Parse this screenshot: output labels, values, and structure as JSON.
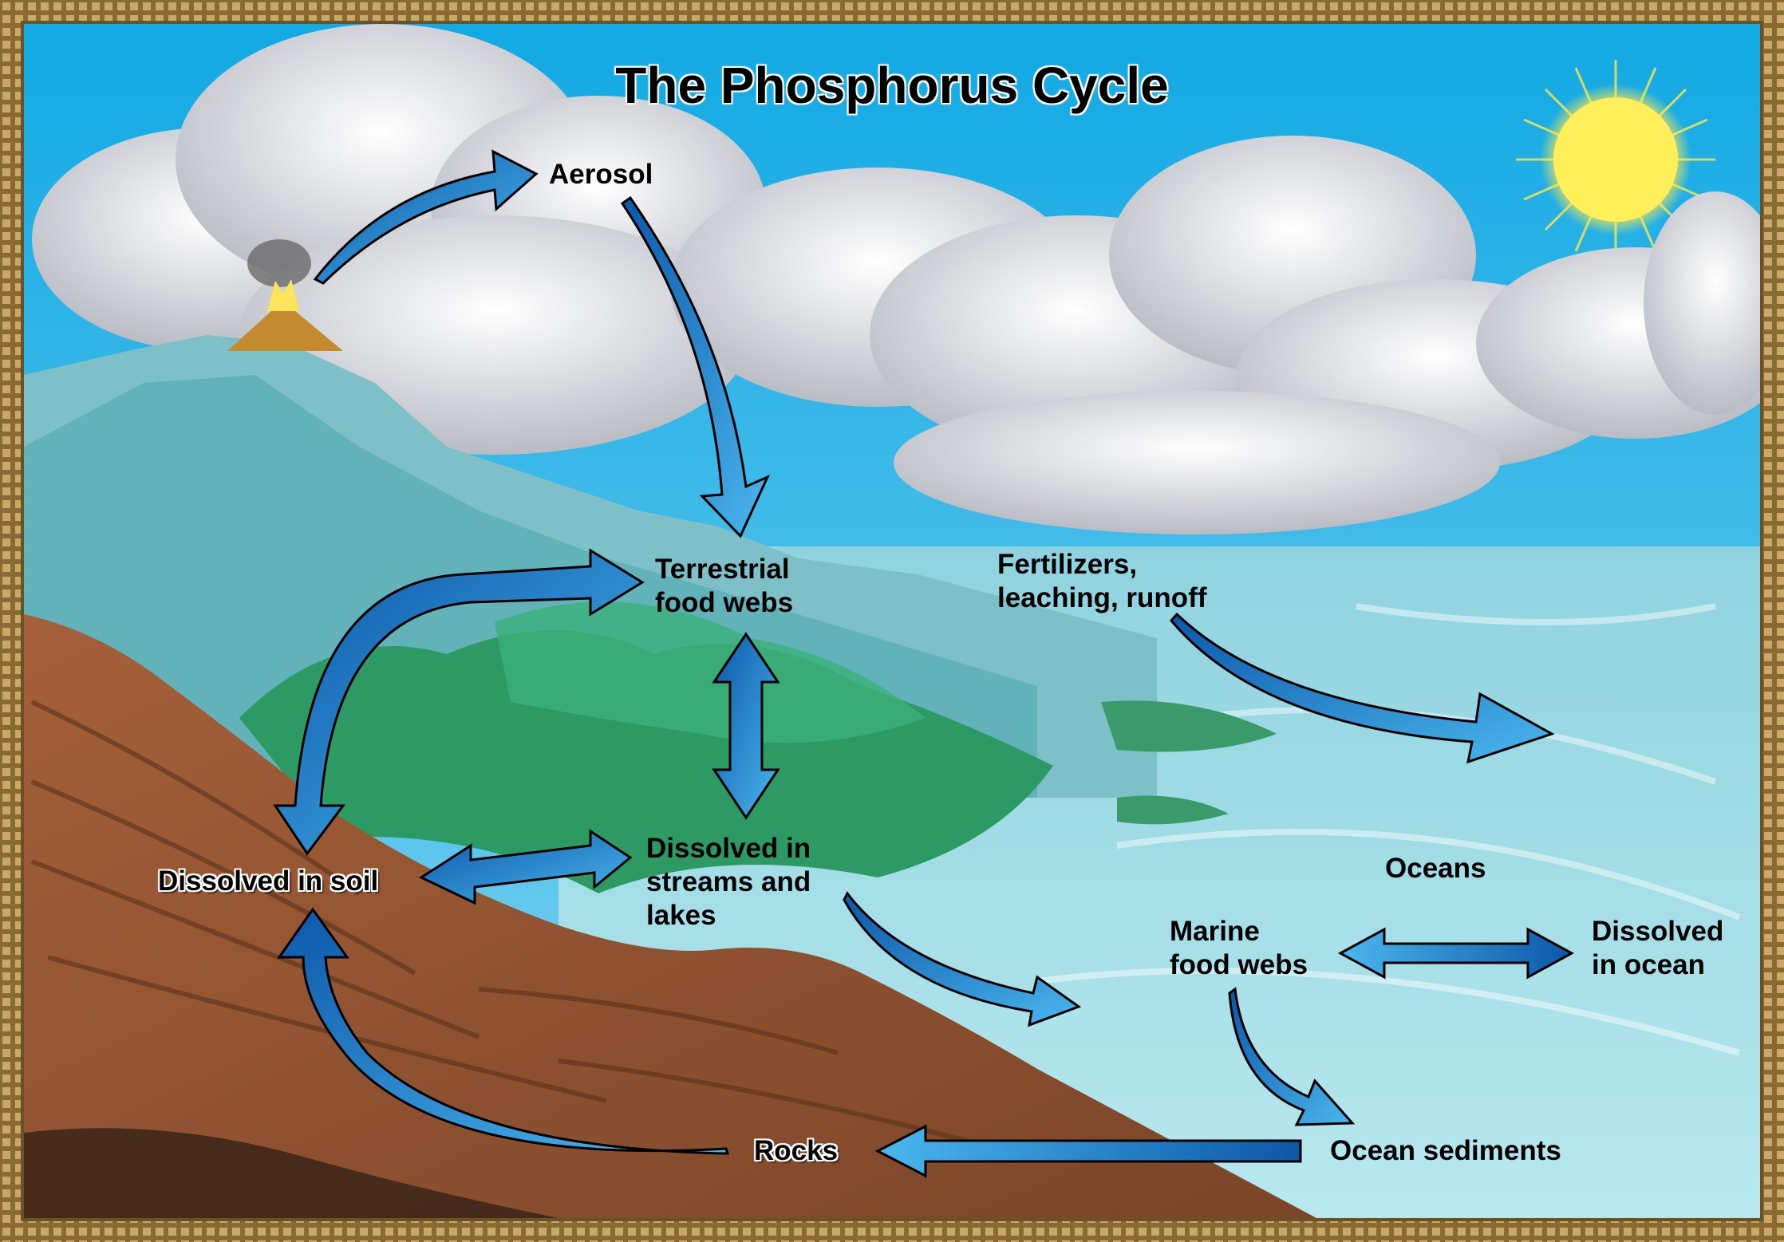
{
  "title": "The Phosphorus Cycle",
  "labels": {
    "aerosol": "Aerosol",
    "terrestrial_line1": "Terrestrial",
    "terrestrial_line2": "food webs",
    "fertilizers_line1": "Fertilizers,",
    "fertilizers_line2": "leaching, runoff",
    "dissolved_soil": "Dissolved in soil",
    "streams_line1": "Dissolved in",
    "streams_line2": "streams and",
    "streams_line3": "lakes",
    "oceans": "Oceans",
    "marine_line1": "Marine",
    "marine_line2": "food webs",
    "ocean_dissolved_line1": "Dissolved",
    "ocean_dissolved_line2": "in ocean",
    "rocks": "Rocks",
    "ocean_sediments": "Ocean sediments"
  },
  "colors": {
    "frame": "#8a6a32",
    "sky": "#1fb3e6",
    "ocean": "#8fd6e2",
    "land": "#9a5a38",
    "vegetation": "#2e9a63",
    "arrow_dark": "#0c57a8",
    "arrow_light": "#4ab7ee",
    "sun": "#ffe94a"
  }
}
